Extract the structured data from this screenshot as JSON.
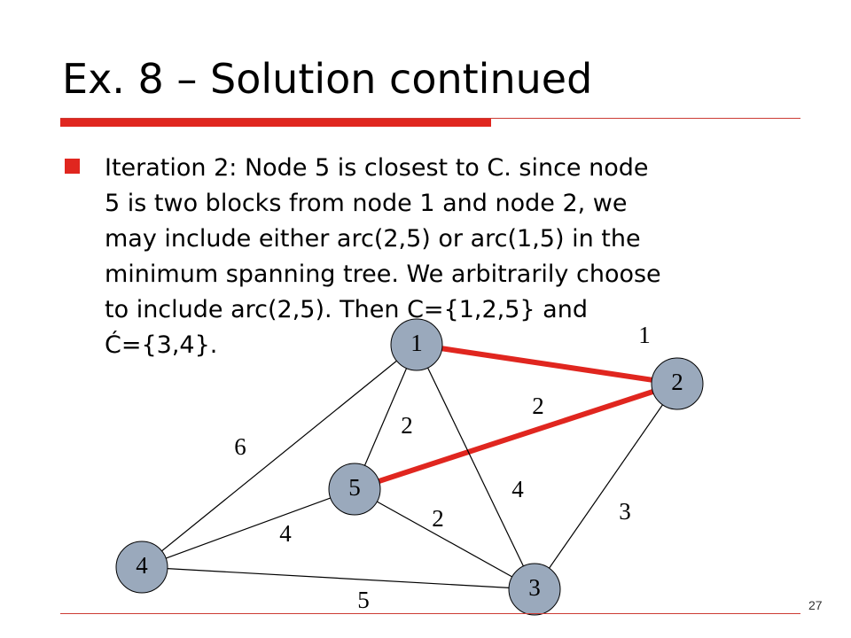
{
  "slide": {
    "title": "Ex. 8 – Solution continued",
    "bullet_lines": [
      "Iteration 2: Node 5 is closest to C. since node",
      "5 is two blocks from node 1 and node 2, we",
      "may include either arc(2,5) or arc(1,5) in the",
      "minimum spanning tree. We arbitrarily choose",
      "to include arc(2,5). Then C={1,2,5} and",
      "Ć={3,4}."
    ],
    "slide_number": "27"
  },
  "graph": {
    "nodes": [
      {
        "id": "1",
        "label": "1"
      },
      {
        "id": "2",
        "label": "2"
      },
      {
        "id": "3",
        "label": "3"
      },
      {
        "id": "4",
        "label": "4"
      },
      {
        "id": "5",
        "label": "5"
      }
    ],
    "edges": [
      {
        "from": "1",
        "to": "2",
        "weight": "1",
        "in_tree": true
      },
      {
        "from": "2",
        "to": "5",
        "weight": "2",
        "in_tree": true
      },
      {
        "from": "1",
        "to": "5",
        "weight": "2",
        "in_tree": false
      },
      {
        "from": "1",
        "to": "4",
        "weight": "6",
        "in_tree": false
      },
      {
        "from": "1",
        "to": "3",
        "weight": "4",
        "in_tree": false
      },
      {
        "from": "2",
        "to": "3",
        "weight": "3",
        "in_tree": false
      },
      {
        "from": "5",
        "to": "3",
        "weight": "2",
        "in_tree": false
      },
      {
        "from": "5",
        "to": "4",
        "weight": "4",
        "in_tree": false
      },
      {
        "from": "4",
        "to": "3",
        "weight": "5",
        "in_tree": false
      }
    ],
    "colors": {
      "node_fill": "#9aa9bc",
      "node_stroke": "#000000",
      "edge": "#000000",
      "tree_edge": "#e0261f"
    }
  }
}
